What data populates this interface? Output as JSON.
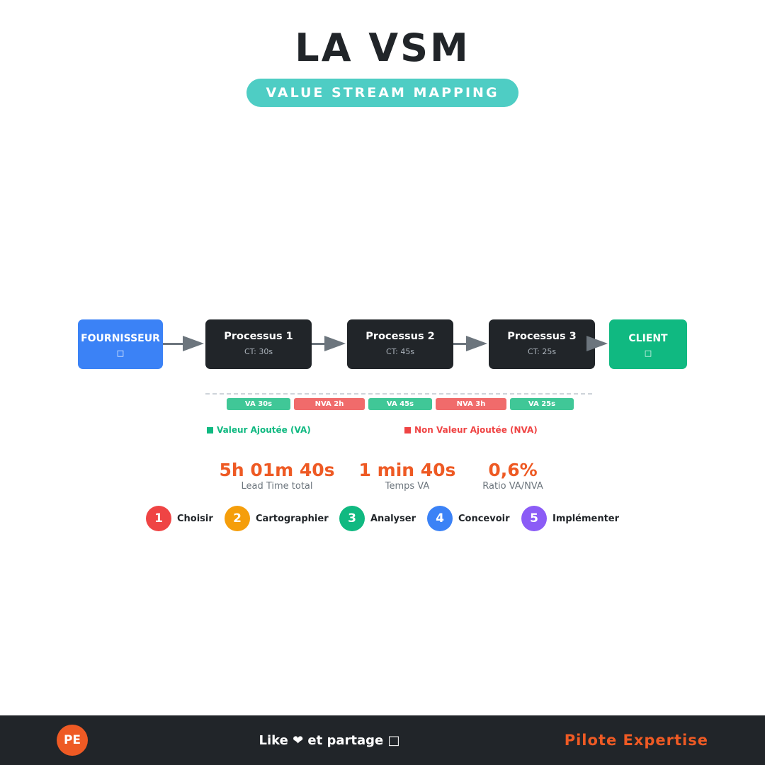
{
  "header": {
    "title": "LA VSM",
    "subtitle": "VALUE STREAM MAPPING",
    "accent_color": "#4ecdc4"
  },
  "flow": {
    "supplier": {
      "label": "FOURNISSEUR",
      "icon": "□",
      "icon_name": "factory-icon",
      "color": "#3b82f6"
    },
    "processes": [
      {
        "label": "Processus 1",
        "ct": "CT: 30s"
      },
      {
        "label": "Processus 2",
        "ct": "CT: 45s"
      },
      {
        "label": "Processus 3",
        "ct": "CT: 25s"
      }
    ],
    "client": {
      "label": "CLIENT",
      "icon": "□",
      "icon_name": "person-icon",
      "color": "#10b981"
    },
    "process_color": "#212529",
    "arrow_color": "#6c757d"
  },
  "timeline": {
    "segments": [
      {
        "type": "VA",
        "label": "VA 30s"
      },
      {
        "type": "NVA",
        "label": "NVA 2h"
      },
      {
        "type": "VA",
        "label": "VA 45s"
      },
      {
        "type": "NVA",
        "label": "NVA 3h"
      },
      {
        "type": "VA",
        "label": "VA 25s"
      }
    ],
    "va_color": "#40c797",
    "nva_color": "#f06b6b"
  },
  "legend": {
    "va": {
      "label": "Valeur Ajoutée (VA)",
      "color": "#10b981"
    },
    "nva": {
      "label": "Non Valeur Ajoutée (NVA)",
      "color": "#ef4444"
    }
  },
  "metrics": [
    {
      "value": "5h 01m 40s",
      "label": "Lead Time total"
    },
    {
      "value": "1 min 40s",
      "label": "Temps VA"
    },
    {
      "value": "0,6%",
      "label": "Ratio VA/NVA"
    }
  ],
  "steps": [
    {
      "number": "1",
      "label": "Choisir",
      "color": "#ef4444"
    },
    {
      "number": "2",
      "label": "Cartographier",
      "color": "#f59e0b"
    },
    {
      "number": "3",
      "label": "Analyser",
      "color": "#10b981"
    },
    {
      "number": "4",
      "label": "Concevoir",
      "color": "#3b82f6"
    },
    {
      "number": "5",
      "label": "Implémenter",
      "color": "#8b5cf6"
    }
  ],
  "footer": {
    "logo_initials": "PE",
    "cta": "Like ❤ et partage □",
    "brand": "Pilote Expertise",
    "brand_color": "#ee5a24"
  }
}
